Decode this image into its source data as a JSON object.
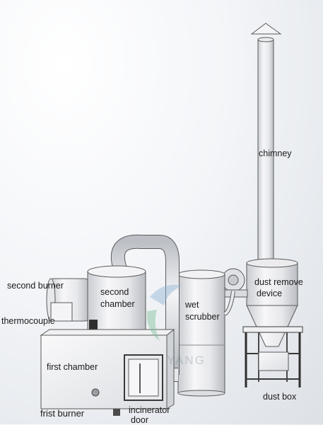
{
  "labels": {
    "chimney": "chimney",
    "dust_remove": "dust remove",
    "device": "device",
    "second_burner": "second burner",
    "second": "second",
    "chamber": "chamber",
    "wet": "wet",
    "scrubber": "scrubber",
    "thermocouple": "thermocouple",
    "first_chamber": "first chamber",
    "dust_box": "dust box",
    "frist_burner": "frist burner",
    "incinerator": "incinerator",
    "door": "door"
  },
  "watermark": "YANG",
  "colors": {
    "equipment": "#ececef",
    "outline": "#5a5a5a",
    "watermark_green": "#7fbf9a",
    "watermark_blue": "#8fb3d6"
  }
}
